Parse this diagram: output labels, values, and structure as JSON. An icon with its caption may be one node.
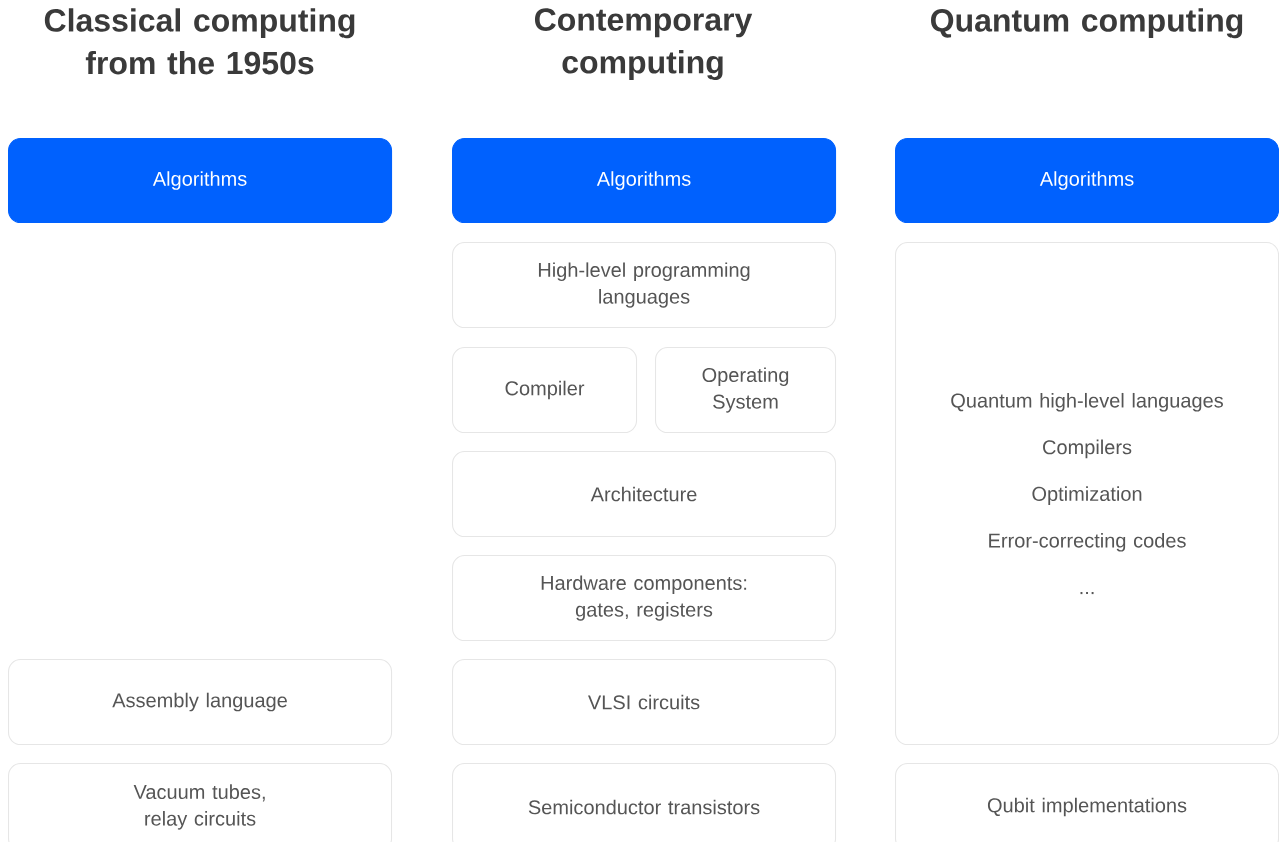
{
  "diagram": {
    "nodes": [
      {
        "text": [
          "Algorithms"
        ]
      },
      {
        "text": [
          "Assembly language"
        ]
      },
      {
        "text": [
          "Vacuum tubes, relay circuits"
        ]
      },
      {
        "text": [
          "Algorithms"
        ]
      },
      {
        "text": [
          "High-level programming languages"
        ]
      },
      {
        "text": [
          "Compiler"
        ]
      },
      {
        "text": [
          "Operating System"
        ]
      },
      {
        "text": [
          "Architecture"
        ]
      },
      {
        "text": [
          "Hardware components: gates, registers"
        ]
      },
      {
        "text": [
          "VLSI circuits"
        ]
      },
      {
        "text": [
          "Semiconductor transistors"
        ]
      },
      {
        "text": [
          "Algorithms"
        ]
      },
      {
        "text": [
          "Quantum high-level languages",
          "Compilers",
          "Optimization",
          "Error-correcting codes",
          "..."
        ]
      },
      {
        "text": [
          "Qubit implementations"
        ]
      }
    ],
    "labels": [
      "Classical computing from the 1950s",
      "Contemporary computing",
      "Quantum computing"
    ]
  }
}
